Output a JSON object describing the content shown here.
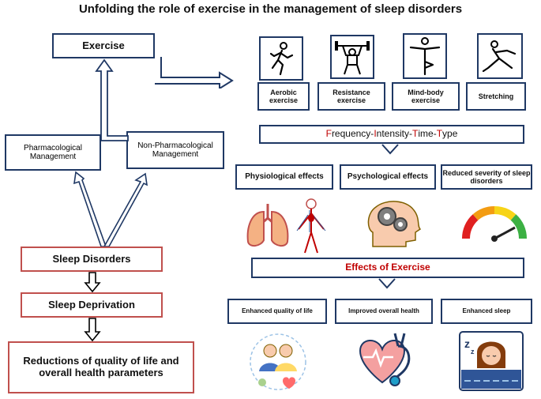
{
  "title": "Unfolding the role of exercise in the management of sleep disorders",
  "exercise": "Exercise",
  "exercise_types": [
    "Aerobic exercise",
    "Resistance exercise",
    "Mind-body exercise",
    "Stretching"
  ],
  "fitt": {
    "parts": [
      {
        "letter": "F",
        "rest": "requency- "
      },
      {
        "letter": "I",
        "rest": "ntensity- "
      },
      {
        "letter": "T",
        "rest": "ime- "
      },
      {
        "letter": "T",
        "rest": "ype"
      }
    ]
  },
  "effects": [
    "Physiological effects",
    "Psychological effects",
    "Reduced severity of sleep disorders"
  ],
  "effects_of_exercise": "Effects of Exercise",
  "outcomes": [
    "Enhanced quality of life",
    "Improved overall health",
    "Enhanced sleep"
  ],
  "management": {
    "pharmacological": "Pharmacological Management",
    "non_pharmacological": "Non-Pharmacological Management"
  },
  "chain": [
    "Sleep Disorders",
    "Sleep Deprivation",
    "Reductions of quality of life and overall health parameters"
  ],
  "icons": [
    "running-person-icon",
    "weightlifter-icon",
    "yoga-pose-icon",
    "stretching-icon",
    "lungs-icon",
    "circulatory-system-icon",
    "brain-gears-icon",
    "severity-gauge-icon",
    "family-wellbeing-icon",
    "heart-stethoscope-icon",
    "sleeping-person-icon"
  ],
  "colors": {
    "navy": "#1f3864",
    "red": "#c0504d",
    "accent_red": "#c00000"
  }
}
